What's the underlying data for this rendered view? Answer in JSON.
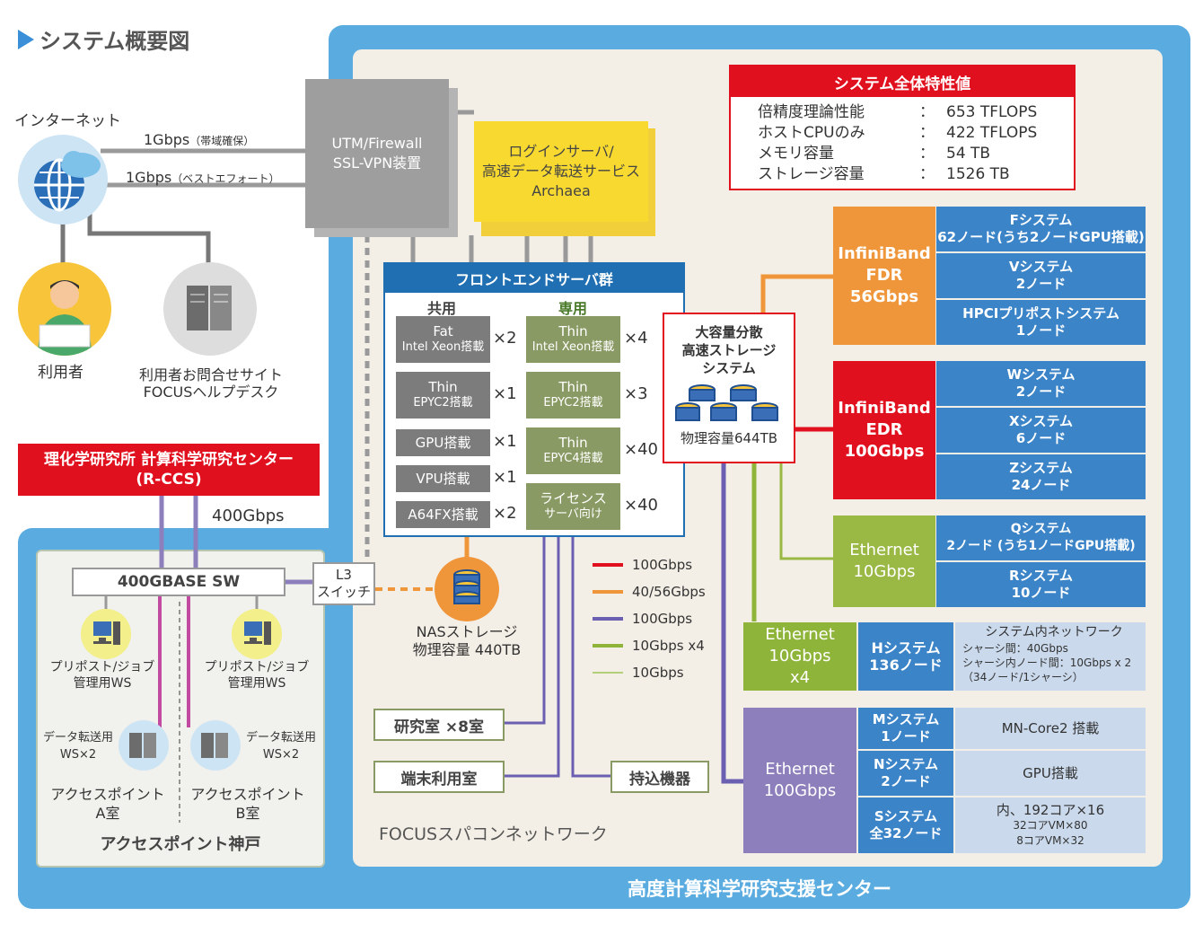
{
  "title": "システム概要図",
  "internet": {
    "label": "インターネット",
    "link1": "1Gbps",
    "link1_note": "（帯域確保）",
    "link2": "1Gbps",
    "link2_note": "（ベストエフォート）"
  },
  "users": {
    "label": "利用者"
  },
  "helpdesk": {
    "line1": "利用者お問合せサイト",
    "line2": "FOCUSヘルプデスク"
  },
  "riken": {
    "line1": "理化学研究所  計算科学研究センター",
    "line2": "(R-CCS)",
    "link": "400Gbps"
  },
  "utm": {
    "line1": "UTM/Firewall",
    "line2": "SSL-VPN装置"
  },
  "login": {
    "line1": "ログインサーバ/",
    "line2": "高速データ転送サービス",
    "line3": "Archaea"
  },
  "spec": {
    "title": "システム全体特性値",
    "rows": [
      {
        "k": "倍精度理論性能",
        "sep": "：",
        "v": "653 TFLOPS"
      },
      {
        "k": "ホストCPUのみ",
        "sep": "：",
        "v": "422 TFLOPS"
      },
      {
        "k": "メモリ容量",
        "sep": "：",
        "v": "54 TB"
      },
      {
        "k": "ストレージ容量",
        "sep": "：",
        "v": "1526 TB"
      }
    ]
  },
  "frontend": {
    "title": "フロントエンドサーバ群",
    "shared": "共用",
    "dedicated": "専用",
    "shared_nodes": [
      {
        "l1": "Fat",
        "l2": "Intel Xeon搭載",
        "m": "×2"
      },
      {
        "l1": "Thin",
        "l2": "EPYC2搭載",
        "m": "×1"
      },
      {
        "l1": "GPU搭載",
        "l2": "",
        "m": "×1"
      },
      {
        "l1": "VPU搭載",
        "l2": "",
        "m": "×1"
      },
      {
        "l1": "A64FX搭載",
        "l2": "",
        "m": "×2"
      }
    ],
    "dedicated_nodes": [
      {
        "l1": "Thin",
        "l2": "Intel Xeon搭載",
        "m": "×4"
      },
      {
        "l1": "Thin",
        "l2": "EPYC2搭載",
        "m": "×3"
      },
      {
        "l1": "Thin",
        "l2": "EPYC4搭載",
        "m": "×40"
      },
      {
        "l1": "ライセンス",
        "l2": "サーバ向け",
        "m": "×40"
      }
    ]
  },
  "storage": {
    "line1": "大容量分散",
    "line2": "高速ストレージ",
    "line3": "システム",
    "cap": "物理容量644TB"
  },
  "nas": {
    "line1": "NASストレージ",
    "line2": "物理容量 440TB"
  },
  "fabrics": [
    {
      "l1": "InfiniBand",
      "l2": "FDR",
      "l3": "56Gbps",
      "color": "#f0963a"
    },
    {
      "l1": "InfiniBand",
      "l2": "EDR",
      "l3": "100Gbps",
      "color": "#e0101e"
    },
    {
      "l1": "Ethernet",
      "l2": "10Gbps",
      "l3": "",
      "color": "#9ab844"
    },
    {
      "l1": "Ethernet",
      "l2": "10Gbps",
      "l3": "x4",
      "color": "#8fb43a"
    },
    {
      "l1": "Ethernet",
      "l2": "100Gbps",
      "l3": "",
      "color": "#8c7fbb"
    }
  ],
  "systems": {
    "f": {
      "l1": "Fシステム",
      "l2": "62ノード(うち2ノードGPU搭載)"
    },
    "v": {
      "l1": "Vシステム",
      "l2": "2ノード"
    },
    "hpci": {
      "l1": "HPCIプリポストシステム",
      "l2": "1ノード"
    },
    "w": {
      "l1": "Wシステム",
      "l2": "2ノード"
    },
    "x": {
      "l1": "Xシステム",
      "l2": "6ノード"
    },
    "z": {
      "l1": "Zシステム",
      "l2": "24ノード"
    },
    "q": {
      "l1": "Qシステム",
      "l2": "2ノード (うち1ノードGPU搭載)"
    },
    "r": {
      "l1": "Rシステム",
      "l2": "10ノード"
    },
    "h": {
      "l1": "Hシステム",
      "l2": "136ノード"
    },
    "hnet": {
      "t": "システム内ネットワーク",
      "l1": "シャーシ間：40Gbps",
      "l2": "シャーシ内ノード間：10Gbps x 2",
      "l3": "（34ノード/1シャーシ）"
    },
    "m": {
      "l1": "Mシステム",
      "l2": "1ノード",
      "d": "MN-Core2 搭載"
    },
    "n": {
      "l1": "Nシステム",
      "l2": "2ノード",
      "d": "GPU搭載"
    },
    "s": {
      "l1": "Sシステム",
      "l2": "全32ノード",
      "d1": "内、192コア×16",
      "d2": "32コアVM×80",
      "d3": "8コアVM×32"
    }
  },
  "legend": [
    {
      "label": "100Gbps",
      "color": "#e0101e"
    },
    {
      "label": "40/56Gbps",
      "color": "#f0963a"
    },
    {
      "label": "100Gbps",
      "color": "#6a5fb0"
    },
    {
      "label": "10Gbps x4",
      "color": "#8fb43a"
    },
    {
      "label": "10Gbps",
      "color": "#b4cf7a"
    }
  ],
  "rooms": {
    "lab": "研究室 ×8室",
    "terminal": "端末利用室",
    "byod": "持込機器"
  },
  "focus_net": "FOCUSスパコンネットワーク",
  "center": "高度計算科学研究支援センター",
  "kobe": {
    "sw": "400GBASE SW",
    "l3a": "L3",
    "l3b": "スイッチ",
    "ws_a": {
      "l1": "プリポスト/ジョブ",
      "l2": "管理用WS"
    },
    "ws_b": {
      "l1": "プリポスト/ジョブ",
      "l2": "管理用WS"
    },
    "dt_a": {
      "l1": "データ転送用",
      "l2": "WS×2"
    },
    "dt_b": {
      "l1": "データ転送用",
      "l2": "WS×2"
    },
    "ap_a": {
      "l1": "アクセスポイント",
      "l2": "A室"
    },
    "ap_b": {
      "l1": "アクセスポイント",
      "l2": "B室"
    },
    "title": "アクセスポイント神戸"
  }
}
